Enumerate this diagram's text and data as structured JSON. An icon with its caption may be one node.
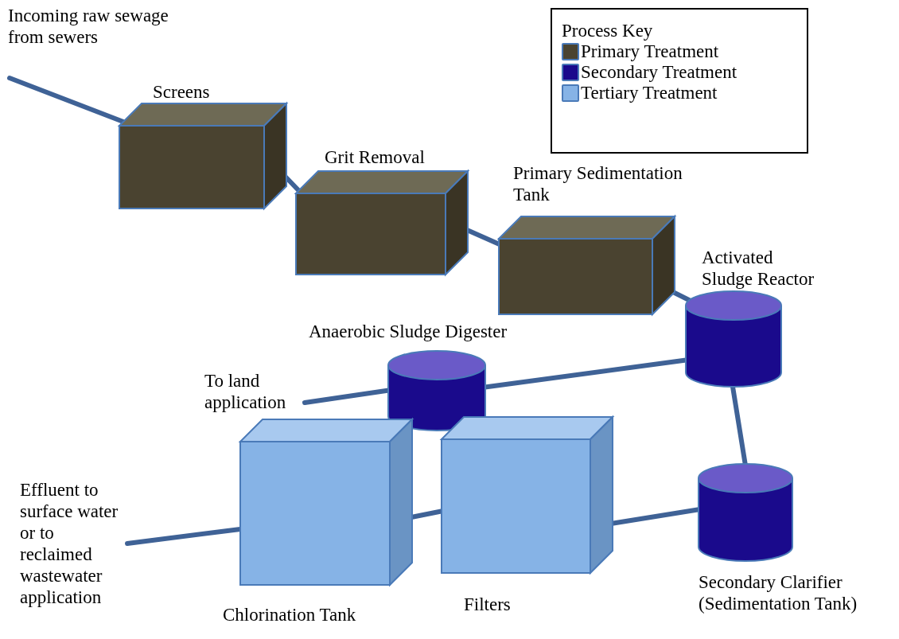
{
  "diagram": {
    "nodes": [
      {
        "text": [
          "Incoming raw sewage from sewers"
        ]
      },
      {
        "text": [
          "Screens"
        ]
      },
      {
        "text": [
          "Grit Removal"
        ]
      },
      {
        "text": [
          "Primary Sedimentation Tank"
        ]
      },
      {
        "text": [
          "Activated Sludge Reactor"
        ]
      },
      {
        "text": [
          "Anaerobic Sludge Digester"
        ]
      },
      {
        "text": [
          "To land application"
        ]
      },
      {
        "text": [
          "Secondary Clarifier (Sedimentation Tank)"
        ]
      },
      {
        "text": [
          "Filters"
        ]
      },
      {
        "text": [
          "Chlorination Tank"
        ]
      },
      {
        "text": [
          "Effluent to surface water or to reclaimed wastewater application"
        ]
      }
    ],
    "edges": [
      {
        "from": 0,
        "to": 1,
        "arrow": "none"
      },
      {
        "from": 1,
        "to": 2,
        "arrow": "none"
      },
      {
        "from": 2,
        "to": 3,
        "arrow": "none"
      },
      {
        "from": 3,
        "to": 4,
        "arrow": "none"
      },
      {
        "from": 4,
        "to": 5,
        "arrow": "none"
      },
      {
        "from": 5,
        "to": 6,
        "arrow": "none"
      },
      {
        "from": 4,
        "to": 7,
        "arrow": "none"
      },
      {
        "from": 7,
        "to": 8,
        "arrow": "none"
      },
      {
        "from": 8,
        "to": 9,
        "arrow": "none"
      },
      {
        "from": 9,
        "to": 10,
        "arrow": "none"
      }
    ],
    "labels": [
      "Process Key"
    ],
    "legend": [
      {
        "text": "Primary Treatment",
        "color": "#4a4330"
      },
      {
        "text": "Secondary Treatment",
        "color": "#1a0a8c"
      },
      {
        "text": "Tertiary Treatment",
        "color": "#86b3e6"
      }
    ]
  }
}
